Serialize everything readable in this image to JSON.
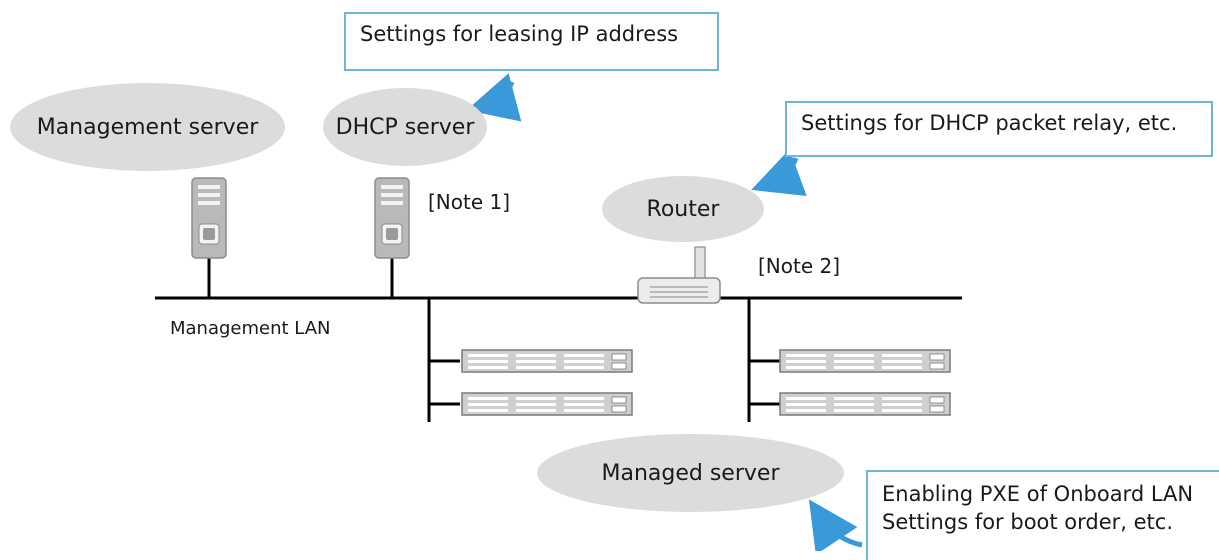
{
  "nodes": {
    "management_server": "Management server",
    "dhcp_server": "DHCP server",
    "router": "Router",
    "managed_server": "Managed server"
  },
  "notes": {
    "note1": "[Note 1]",
    "note2": "[Note 2]"
  },
  "network": {
    "management_lan": "Management LAN"
  },
  "callouts": {
    "leasing_ip": "Settings for leasing IP address",
    "dhcp_relay": "Settings for DHCP packet relay, etc.",
    "pxe_line1": "Enabling PXE of Onboard LAN",
    "pxe_line2": "Settings for boot order, etc."
  },
  "colors": {
    "pill_fill": "#dcdcdc",
    "callout_border": "#6fb6d6",
    "arrow": "#3a9ad9"
  }
}
